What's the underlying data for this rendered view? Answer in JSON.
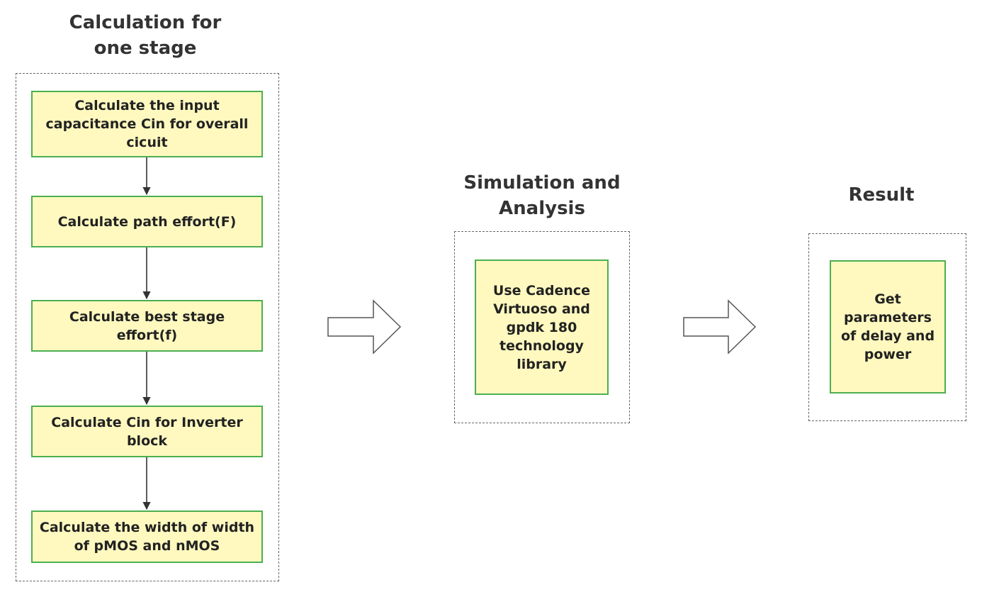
{
  "colors": {
    "box_fill": "#fff9bf",
    "box_border": "#4caf50",
    "dashed_border": "#666666",
    "connector": "#333333",
    "title_text": "#333333",
    "box_text": "#222222"
  },
  "stage_calc": {
    "title": "Calculation for\none stage",
    "steps": [
      {
        "label": "Calculate the input\ncapacitance Cin for overall\ncicuit"
      },
      {
        "label": "Calculate path effort(F)"
      },
      {
        "label": "Calculate best stage effort(f)"
      },
      {
        "label": "Calculate Cin for Inverter\nblock"
      },
      {
        "label": "Calculate the width of width\nof pMOS and nMOS"
      }
    ]
  },
  "simulation": {
    "title": "Simulation and\nAnalysis",
    "step": {
      "label": "Use Cadence\nVirtuoso and\ngpdk 180\ntechnology\nlibrary"
    }
  },
  "result": {
    "title": "Result",
    "step": {
      "label": "Get\nparameters\nof delay and\npower"
    }
  }
}
